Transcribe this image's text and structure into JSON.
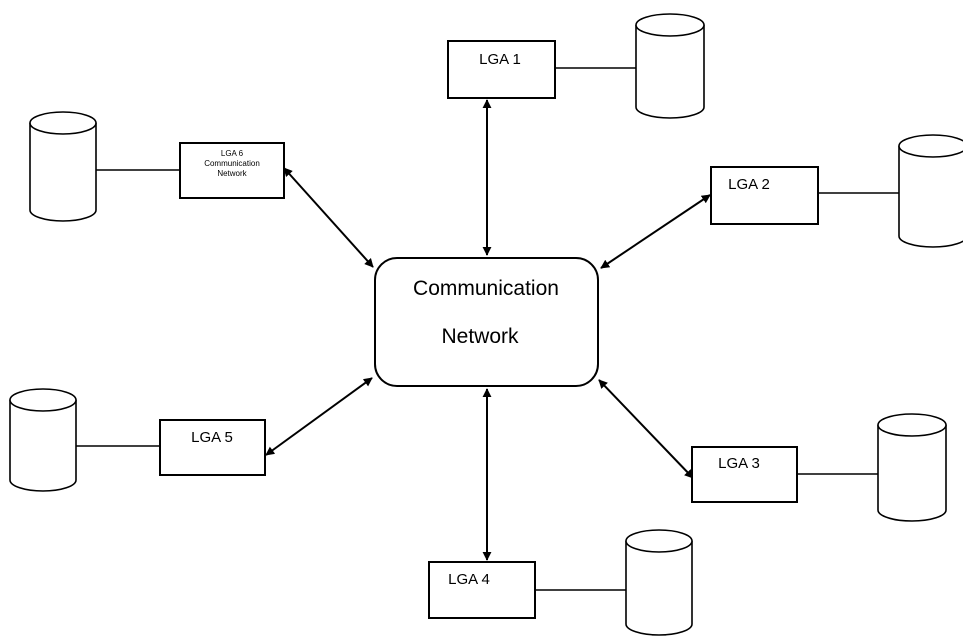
{
  "center": {
    "label_line1": "Communication",
    "label_line2": "Network"
  },
  "nodes": {
    "lga1": {
      "label": "LGA 1"
    },
    "lga2": {
      "label": "LGA 2"
    },
    "lga3": {
      "label": "LGA 3"
    },
    "lga4": {
      "label": "LGA 4"
    },
    "lga5": {
      "label": "LGA 5"
    },
    "lga6": {
      "label_line1": "LGA 6",
      "label_line2": "Communication",
      "label_line3": "Network"
    }
  },
  "connections": [
    "lga1",
    "lga2",
    "lga3",
    "lga4",
    "lga5",
    "lga6"
  ]
}
